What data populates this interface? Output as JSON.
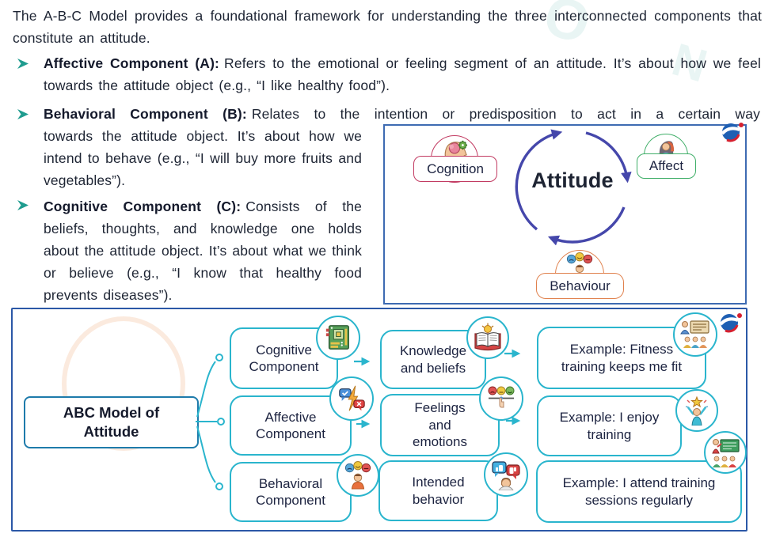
{
  "intro": "The A-B-C Model provides a foundational framework for understanding the three interconnected components that constitute an attitude.",
  "bullets": [
    {
      "title": "Affective Component (A):",
      "text": "Refers to the emotional or feeling segment of an attitude. It’s about how we feel towards the attitude object (e.g., “I like healthy food”)."
    },
    {
      "title": "Behavioral Component (B):",
      "text": "Relates to the intention or predisposition to act in a certain way",
      "text_continued": "towards the attitude object. It’s about how we intend to behave (e.g., “I will buy more fruits and vegetables”)."
    },
    {
      "title": "Cognitive Component (C):",
      "text": "Consists of the beliefs, thoughts, and knowledge one holds about the attitude object. It’s about what we think or believe (e.g., “I know that healthy food prevents diseases”)."
    }
  ],
  "cycle_diagram": {
    "center_label": "Attitude",
    "nodes": [
      {
        "label": "Cognition",
        "icon": "head-brain-gear-icon",
        "color": "#c23b62"
      },
      {
        "label": "Affect",
        "icon": "person-bust-icon",
        "color": "#3fae68"
      },
      {
        "label": "Behaviour",
        "icon": "person-mood-bubbles-icon",
        "color": "#e0814d"
      }
    ],
    "arrow_color": "#4547ab"
  },
  "flow_diagram": {
    "root_label": "ABC Model of Attitude",
    "rows": [
      {
        "component": "Cognitive Component",
        "component_icon": "circuit-board-icon",
        "meaning": "Knowledge and beliefs",
        "meaning_icon": "open-book-lightbulb-icon",
        "example": "Example: Fitness training keeps me fit",
        "example_icon": "training-presentation-icon"
      },
      {
        "component": "Affective Component",
        "component_icon": "speech-conflict-lightning-icon",
        "meaning": "Feelings and emotions",
        "meaning_icon": "emotion-rating-scale-icon",
        "example": "Example: I enjoy training",
        "example_icon": "celebrating-person-icon"
      },
      {
        "component": "Behavioral Component",
        "component_icon": "person-mood-bubbles-icon",
        "meaning": "Intended behavior",
        "meaning_icon": "thumbs-feedback-speech-icon",
        "example": "Example: I attend training sessions regularly",
        "example_icon": "trainer-chalkboard-icon"
      }
    ],
    "accent": "#2ab5cd"
  },
  "icons": {
    "logo": "swirl-globe-logo-icon",
    "bullet": "double-chevron-icon"
  },
  "colors": {
    "text": "#1d2433",
    "bullet_teal": "#1f9c8f",
    "flow_teal": "#2ab5cd",
    "root_border": "#1e7bab",
    "outer_border": "#2b58a7",
    "cycle_border": "#3e6bb2",
    "cycle_arrows": "#4547ab",
    "cognition": "#c23b62",
    "affect": "#3fae68",
    "behaviour": "#e0814d"
  }
}
